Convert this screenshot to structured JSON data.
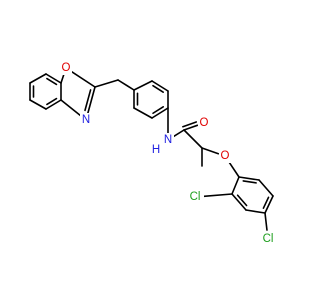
{
  "molecule": {
    "atoms": {
      "O_oxazole": {
        "label": "O",
        "color": "#e00000"
      },
      "N_oxazole": {
        "label": "N",
        "color": "#2020e0"
      },
      "N_amide": {
        "label": "N",
        "color": "#2020e0"
      },
      "H_amide": {
        "label": "H",
        "color": "#2020e0"
      },
      "O_carbonyl": {
        "label": "O",
        "color": "#e00000"
      },
      "O_ether": {
        "label": "O",
        "color": "#e00000"
      },
      "Cl_ortho": {
        "label": "Cl",
        "color": "#20a020"
      },
      "Cl_para": {
        "label": "Cl",
        "color": "#20a020"
      }
    },
    "bond_color": "#000000"
  }
}
